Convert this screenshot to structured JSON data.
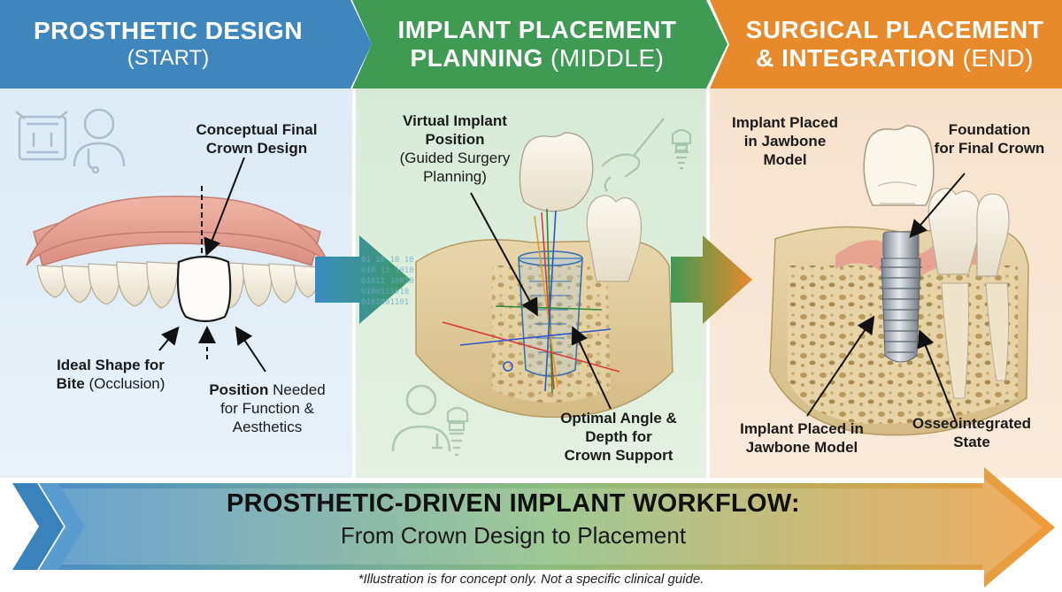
{
  "headers": [
    {
      "title": "PROSTHETIC DESIGN",
      "title_line2": "",
      "phase": "(START)",
      "color": "#3f86bd"
    },
    {
      "title": "IMPLANT PLACEMENT",
      "title_line2": "PLANNING",
      "phase": "(MIDDLE)",
      "color": "#3f9a53"
    },
    {
      "title": "SURGICAL PLACEMENT",
      "title_line2": "& INTEGRATION",
      "phase": "(END)",
      "color": "#e88a2b"
    }
  ],
  "section1": {
    "crown_label_1": "Conceptual Final",
    "crown_label_2": "Crown Design",
    "shape_bold_1": "Ideal Shape for",
    "shape_bold_2": "Bite",
    "shape_rest": "(Occlusion)",
    "position_bold": "Position",
    "position_rest_1": "Needed",
    "position_rest_2": "for Function &",
    "position_rest_3": "Aesthetics"
  },
  "section2": {
    "virtual_1": "Virtual Implant",
    "virtual_2": "Position",
    "virtual_3": "(Guided Surgery",
    "virtual_4": "Planning)",
    "optimal_1": "Optimal Angle &",
    "optimal_2": "Depth for",
    "optimal_3": "Crown Support",
    "binary": [
      "01 10 10 10",
      "010 11 1010",
      "01011 10010",
      "0100111010",
      "0101001101"
    ]
  },
  "section3": {
    "placed_top_1": "Implant Placed",
    "placed_top_2": "in Jawbone",
    "placed_top_3": "Model",
    "foundation_1": "Foundation",
    "foundation_2": "for Final Crown",
    "placed_bottom_1": "Implant Placed in",
    "placed_bottom_2": "Jawbone Model",
    "osseo_1": "Osseointegrated",
    "osseo_2": "State"
  },
  "banner": {
    "title": "PROSTHETIC-DRIVEN IMPLANT WORKFLOW:",
    "subtitle": "From Crown Design to Placement"
  },
  "footnote": "*Illustration is for concept only. Not a specific clinical guide.",
  "icons": [
    "articulator-icon",
    "dentist-icon",
    "scalpel-hand-icon",
    "implant-icon",
    "dentist-icon",
    "implant-icon"
  ]
}
